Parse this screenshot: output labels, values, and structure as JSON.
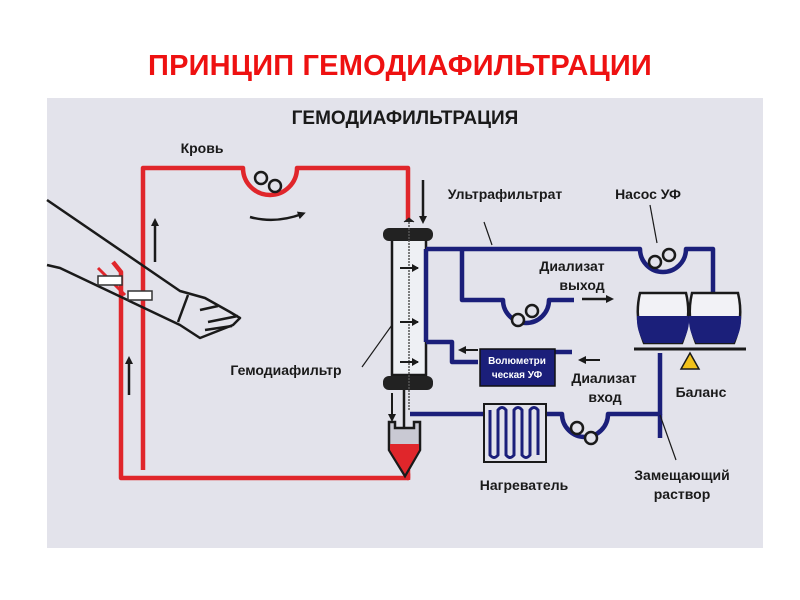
{
  "page": {
    "title": "ПРИНЦИП ГЕМОДИАФИЛЬТРАЦИИ"
  },
  "diagram": {
    "title": "ГЕМОДИАФИЛЬТРАЦИЯ",
    "labels": {
      "blood": "Кровь",
      "ultrafiltrate": "Ультрафильтрат",
      "uf_pump": "Насос УФ",
      "dialysate_out_1": "Диализат",
      "dialysate_out_2": "выход",
      "volumetric_uf_1": "Волюметри",
      "volumetric_uf_2": "ческая УФ",
      "dialysate_in_1": "Диализат",
      "dialysate_in_2": "вход",
      "balance": "Баланс",
      "hemodiafilter": "Гемодиафильтр",
      "heater": "Нагреватель",
      "replacement_1": "Замещающий",
      "replacement_2": "раствор"
    },
    "colors": {
      "title_red": "#ee1111",
      "blood_line": "#e0262b",
      "dialysate_line": "#1b1f7a",
      "balance_triangle": "#f2c21b",
      "panel_bg": "#e3e3eb"
    }
  }
}
